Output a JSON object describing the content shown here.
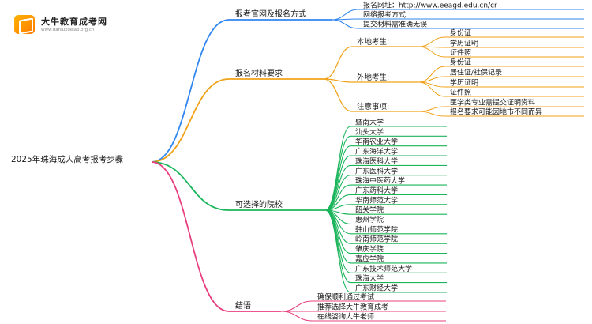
{
  "brand": {
    "name": "大牛教育成考网",
    "url": "www.daniuxueiao.org.cn"
  },
  "colors": {
    "blue": "#2f86f0",
    "orange": "#f0a21a",
    "green": "#1ab55a",
    "pink": "#e8407f"
  },
  "mindmap": {
    "root": "2025年珠海成人高考报考步骤",
    "branches": [
      {
        "id": "b1",
        "color": "blue",
        "label": "报考官网及报名方式",
        "children": [
          {
            "label": "报名网址：http://www.eeagd.edu.cn/cr"
          },
          {
            "label": "网络报考方式"
          },
          {
            "label": "提交材料需准确无误"
          }
        ]
      },
      {
        "id": "b2",
        "color": "orange",
        "label": "报名材料要求",
        "children": [
          {
            "label": "本地考生:",
            "children": [
              {
                "label": "身份证"
              },
              {
                "label": "学历证明"
              },
              {
                "label": "证件照"
              }
            ]
          },
          {
            "label": "外地考生:",
            "children": [
              {
                "label": "身份证"
              },
              {
                "label": "居住证/社保记录"
              },
              {
                "label": "学历证明"
              },
              {
                "label": "证件照"
              }
            ]
          },
          {
            "label": "注意事项:",
            "children": [
              {
                "label": "医学类专业需提交证明资料"
              },
              {
                "label": "报名要求可能因地市不同而异"
              }
            ]
          }
        ]
      },
      {
        "id": "b3",
        "color": "green",
        "label": "可选择的院校",
        "children": [
          {
            "label": "暨南大学"
          },
          {
            "label": "汕头大学"
          },
          {
            "label": "华南农业大学"
          },
          {
            "label": "广东海洋大学"
          },
          {
            "label": "珠海医科大学"
          },
          {
            "label": "广东医科大学"
          },
          {
            "label": "珠海中医药大学"
          },
          {
            "label": "广东药科大学"
          },
          {
            "label": "华南师范大学"
          },
          {
            "label": "韶关学院"
          },
          {
            "label": "惠州学院"
          },
          {
            "label": "韩山师范学院"
          },
          {
            "label": "岭南师范学院"
          },
          {
            "label": "肇庆学院"
          },
          {
            "label": "嘉应学院"
          },
          {
            "label": "广东技术师范大学"
          },
          {
            "label": "珠海大学"
          },
          {
            "label": "广东财经大学"
          }
        ]
      },
      {
        "id": "b4",
        "color": "pink",
        "label": "结语",
        "children": [
          {
            "label": "确保顺利通过考试"
          },
          {
            "label": "推荐选择大牛教育成考"
          },
          {
            "label": "在线咨询大牛老师"
          }
        ]
      }
    ]
  }
}
